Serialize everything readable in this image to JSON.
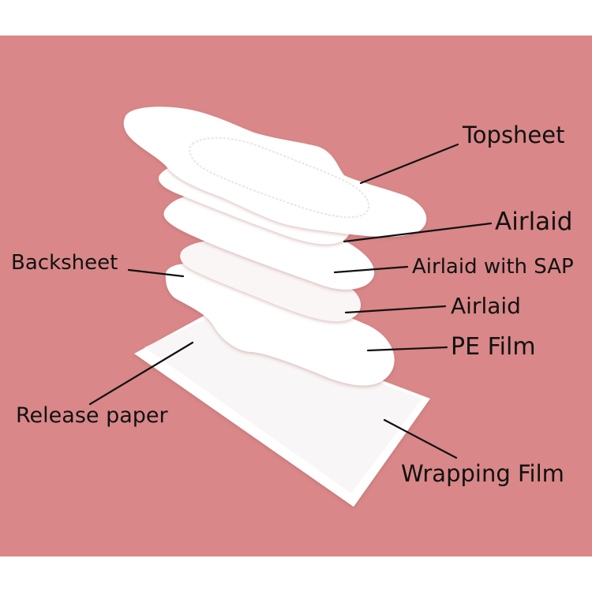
{
  "diagram": {
    "labels": {
      "topsheet": "Topsheet",
      "airlaid_top": "Airlaid",
      "airlaid_sap": "Airlaid with SAP",
      "airlaid_bottom": "Airlaid",
      "pe_film": "PE Film",
      "backsheet": "Backsheet",
      "release_paper": "Release paper",
      "wrapping_film": "Wrapping Film"
    },
    "colors": {
      "background": "#d98788",
      "layer": "#ffffff",
      "leader_line": "#111111",
      "text": "#111111"
    }
  }
}
